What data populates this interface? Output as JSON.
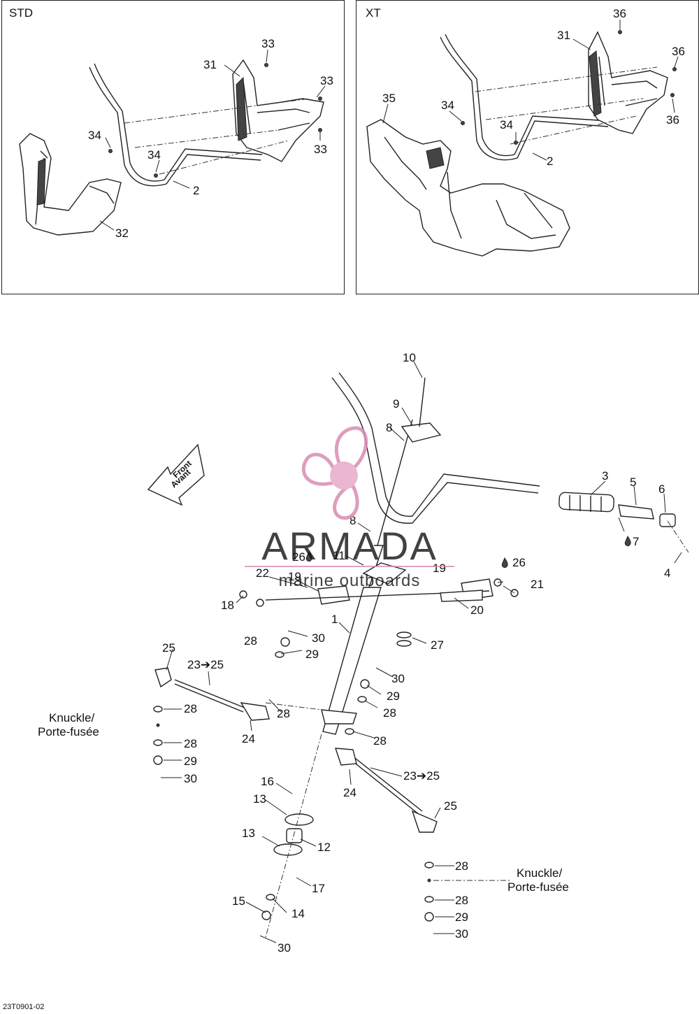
{
  "panels": {
    "std": {
      "label": "STD"
    },
    "xt": {
      "label": "XT"
    }
  },
  "std_callouts": [
    "33",
    "31",
    "33",
    "34",
    "34",
    "33",
    "2",
    "32"
  ],
  "xt_callouts": [
    "36",
    "31",
    "36",
    "35",
    "34",
    "34",
    "36",
    "2"
  ],
  "main_callouts": {
    "p10": "10",
    "p9": "9",
    "p8a": "8",
    "p8b": "8",
    "p3": "3",
    "p5": "5",
    "p6": "6",
    "p7": "7",
    "p4": "4",
    "p26a": "26",
    "p11": "11",
    "p26b": "26",
    "p19a": "19",
    "p19b": "19",
    "p22": "22",
    "p21": "21",
    "p18": "18",
    "p20": "20",
    "p1": "1",
    "p30a": "30",
    "p28a": "28",
    "p29a": "29",
    "p27": "27",
    "p25a": "25",
    "p2325a": "23➔25",
    "p30b": "30",
    "p29b": "29",
    "p28b": "28",
    "p28c": "28",
    "p28d": "28",
    "p24a": "24",
    "p28e": "28",
    "p28f": "28",
    "p29c": "29",
    "p30c": "30",
    "p2325b": "23➔25",
    "p24b": "24",
    "p25b": "25",
    "p16": "16",
    "p13a": "13",
    "p13b": "13",
    "p12": "12",
    "p17": "17",
    "p15": "15",
    "p14": "14",
    "p30d": "30",
    "p28g": "28",
    "p28h": "28",
    "p29d": "29",
    "p30e": "30"
  },
  "knuckle_left": {
    "line1": "Knuckle/",
    "line2": "Porte-fusée"
  },
  "knuckle_right": {
    "line1": "Knuckle/",
    "line2": "Porte-fusée"
  },
  "front_arrow": {
    "line1": "Front",
    "line2": "Avant"
  },
  "watermark": {
    "brand": "ARMADA",
    "tagline": "marine outboards",
    "color": "#d98cb3"
  },
  "reference_code": "23T0901-02"
}
